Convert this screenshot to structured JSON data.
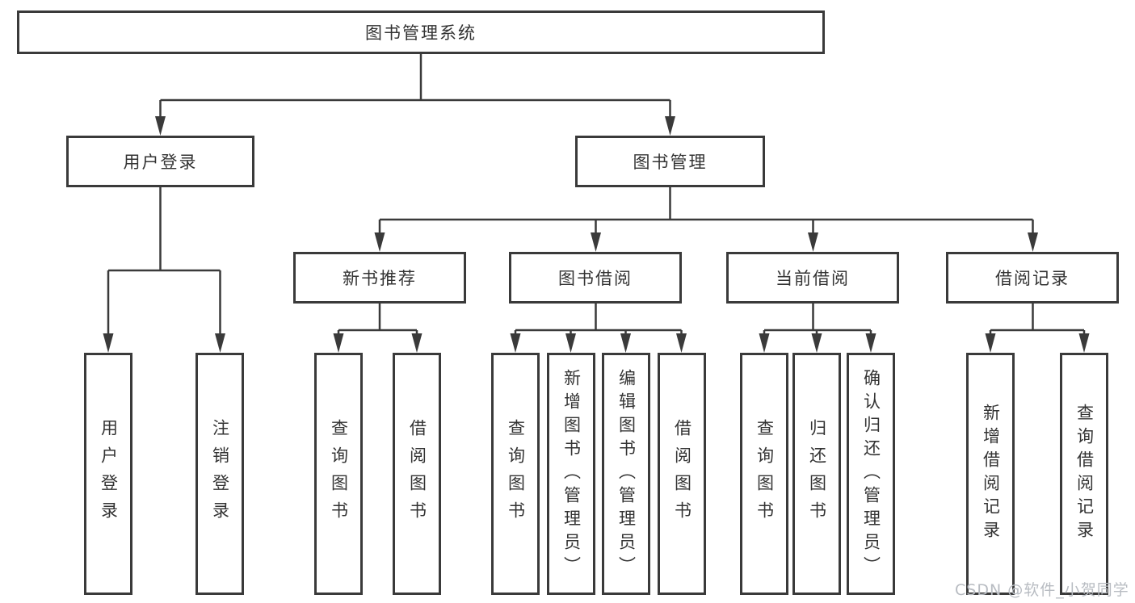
{
  "tree": {
    "root": {
      "label": "图书管理系统",
      "children": [
        {
          "label": "用户登录",
          "children": [
            {
              "label": "用户登录"
            },
            {
              "label": "注销登录"
            }
          ]
        },
        {
          "label": "图书管理",
          "children": [
            {
              "label": "新书推荐",
              "children": [
                {
                  "label": "查询图书"
                },
                {
                  "label": "借阅图书"
                }
              ]
            },
            {
              "label": "图书借阅",
              "children": [
                {
                  "label": "查询图书"
                },
                {
                  "label": "新增图书（管理员）"
                },
                {
                  "label": "编辑图书（管理员）"
                },
                {
                  "label": "借阅图书"
                }
              ]
            },
            {
              "label": "当前借阅",
              "children": [
                {
                  "label": "查询图书"
                },
                {
                  "label": "归还图书"
                },
                {
                  "label": "确认归还（管理员）"
                }
              ]
            },
            {
              "label": "借阅记录",
              "children": [
                {
                  "label": "新增借阅记录"
                },
                {
                  "label": "查询借阅记录"
                }
              ]
            }
          ]
        }
      ]
    }
  },
  "watermark": "CSDN @软件_小贺同学",
  "colors": {
    "line": "#3a3a3a",
    "text": "#333333",
    "box_background": "#ffffff",
    "watermark": "#b8bcc2"
  }
}
